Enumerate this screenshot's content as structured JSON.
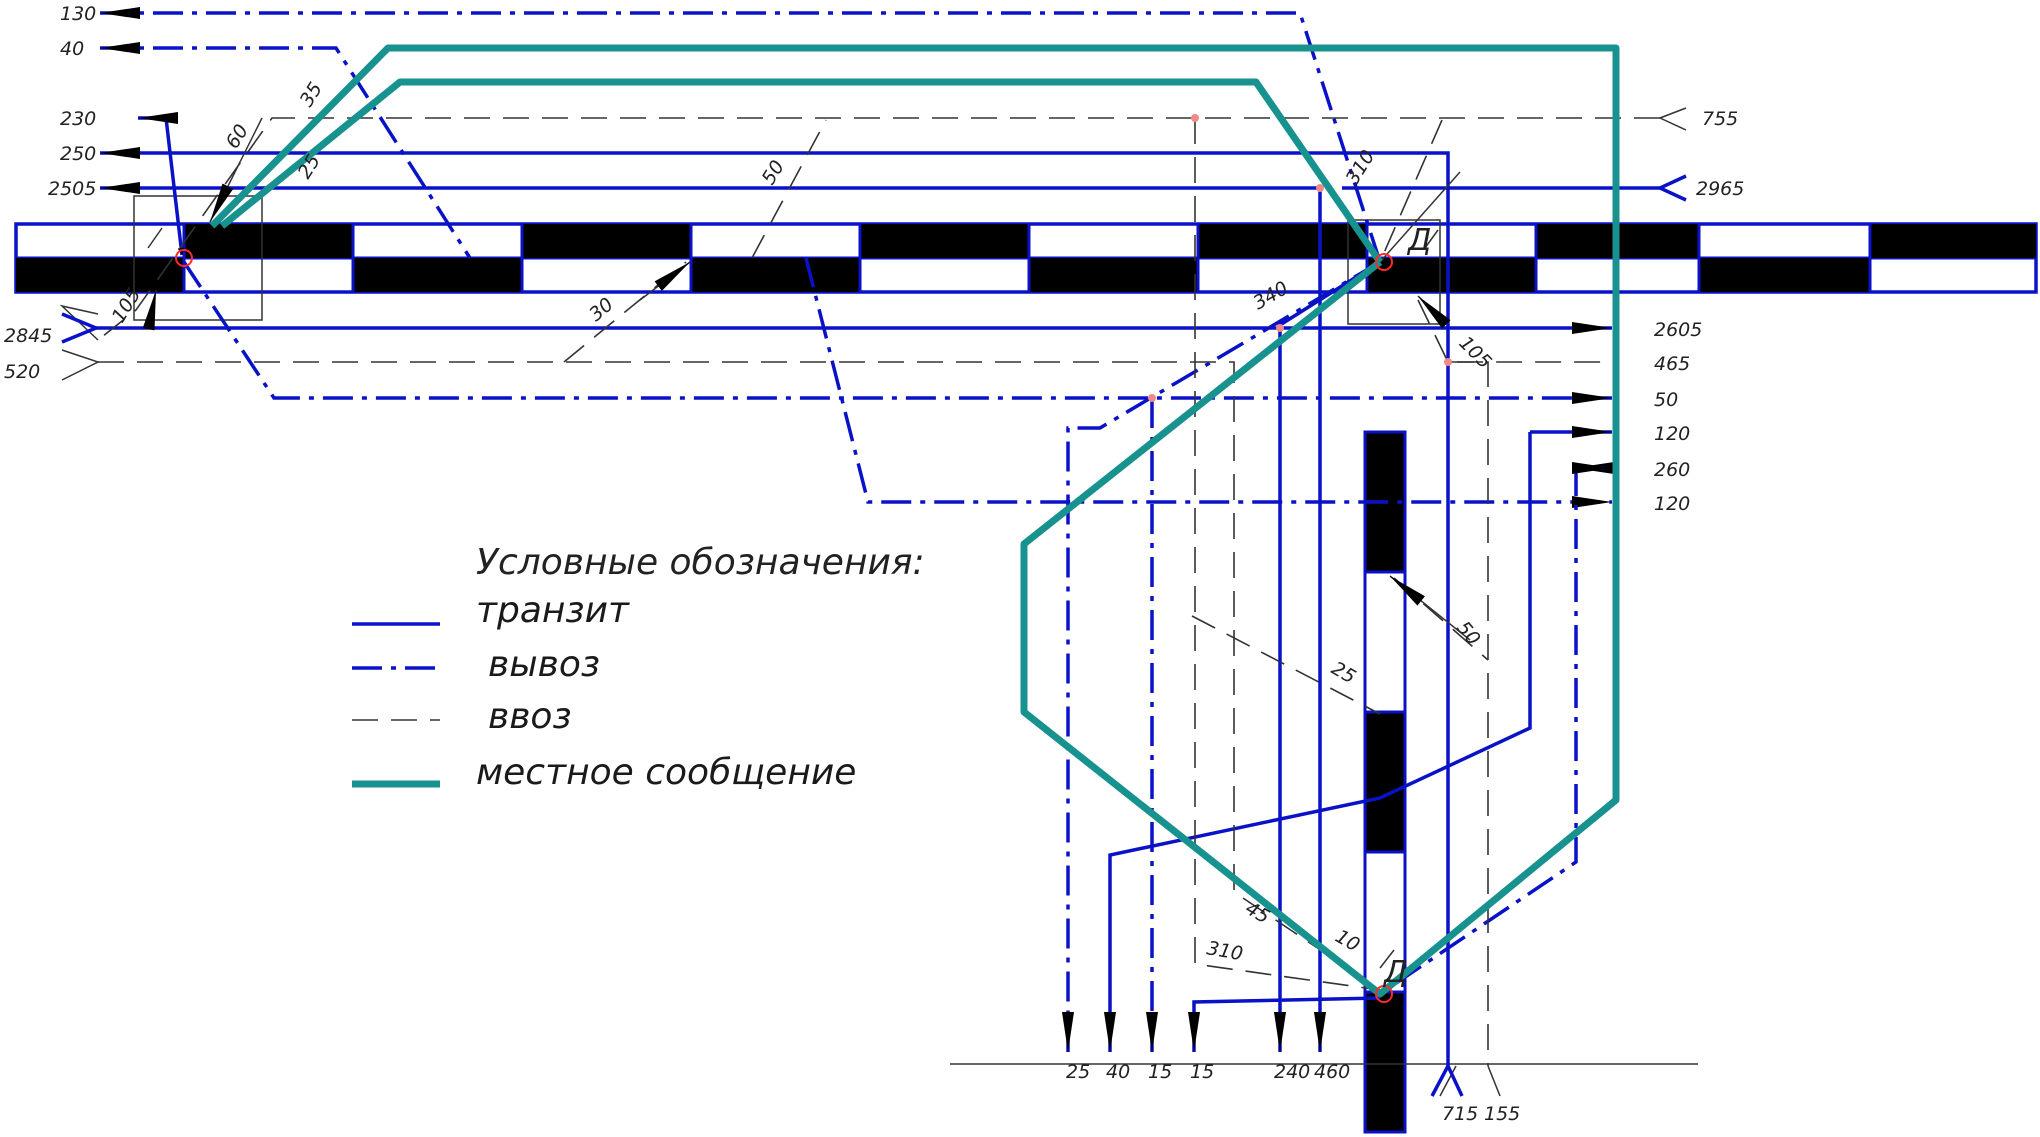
{
  "legend": {
    "title": "Условные обозначения:",
    "items": [
      {
        "label": "транзит",
        "style": "solid-blue"
      },
      {
        "label": "вывоз",
        "style": "dashdot-blue"
      },
      {
        "label": "ввоз",
        "style": "dashed-black"
      },
      {
        "label": "местное сообщение",
        "style": "solid-teal"
      }
    ]
  },
  "left_flows": [
    "130",
    "40",
    "230",
    "250",
    "2505",
    "2845",
    "520"
  ],
  "right_flows": [
    "755",
    "2965",
    "2605",
    "465",
    "50",
    "120",
    "260",
    "120"
  ],
  "bottom_flows": [
    "25",
    "40",
    "15",
    "15",
    "240",
    "460",
    "715",
    "155"
  ],
  "turn_labels": [
    "60",
    "35",
    "25",
    "50",
    "310",
    "105",
    "30",
    "340",
    "105",
    "25",
    "50",
    "45",
    "10",
    "310",
    "Д",
    "Д"
  ],
  "colors": {
    "transit": "#0a12c8",
    "local": "#17928f",
    "import": "#333333",
    "node": "#ff2a2a",
    "point": "#f08a8a"
  }
}
